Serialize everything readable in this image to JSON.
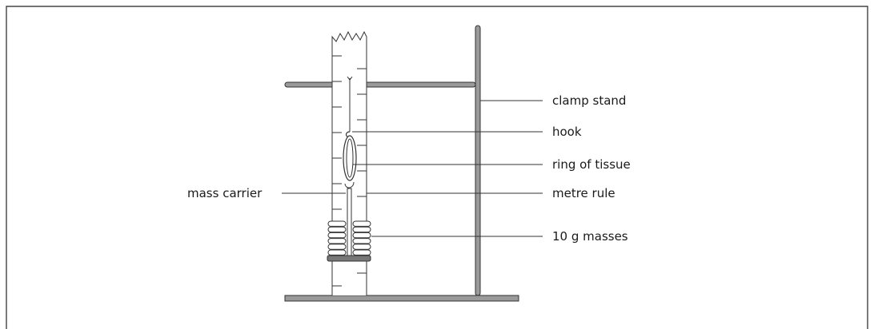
{
  "diagram": {
    "labels": {
      "clamp_stand": "clamp stand",
      "hook": "hook",
      "ring_of_tissue": "ring of tissue",
      "mass_carrier": "mass carrier",
      "metre_rule": "metre rule",
      "masses": "10 g masses"
    }
  },
  "colors": {
    "outline": "#333333",
    "stand_fill": "#9a9a9a",
    "carrier_base": "#777777",
    "frame": "#222222"
  }
}
